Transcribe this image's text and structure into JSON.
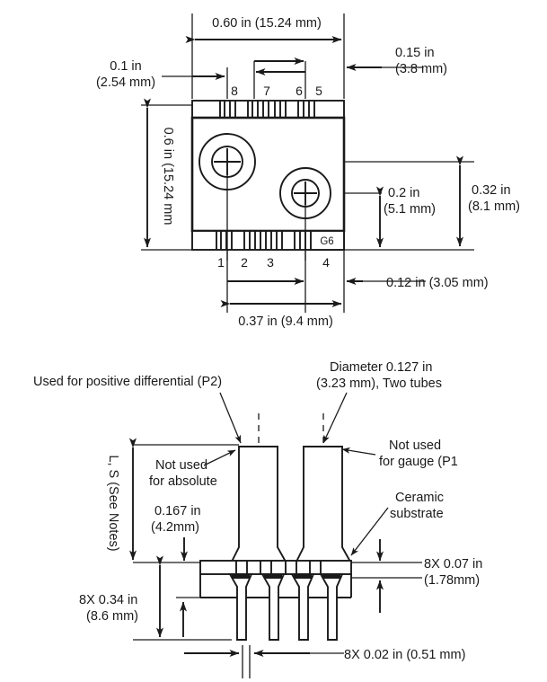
{
  "drawing": {
    "title": "Pressure sensor package outline drawing",
    "stroke_color": "#1a1a1a",
    "background_color": "#ffffff"
  },
  "top_view": {
    "package_marking": "G6",
    "pin_numbers_top": [
      "8",
      "7",
      "6",
      "5"
    ],
    "pin_numbers_bottom": [
      "1",
      "2",
      "3",
      "4"
    ],
    "dimensions": {
      "width_overall": {
        "line1": "0.60 in (15.24 mm)",
        "in": "0.60",
        "mm": "15.24"
      },
      "edge_offset_left": {
        "line1": "0.1 in",
        "line2": "(2.54 mm)",
        "in": "0.1",
        "mm": "2.54"
      },
      "edge_offset_right": {
        "line1": "0.15 in",
        "line2": "(3.8 mm)",
        "in": "0.15",
        "mm": "3.8"
      },
      "height_overall": {
        "line1": "0.6 in (15.24 mm",
        "in": "0.6",
        "mm": "15.24"
      },
      "port_spacing_vertical": {
        "line1": "0.2 in",
        "line2": "(5.1 mm)",
        "in": "0.2",
        "mm": "5.1"
      },
      "port_offset_vertical": {
        "line1": "0.32 in",
        "line2": "(8.1 mm)",
        "in": "0.32",
        "mm": "8.1"
      },
      "port_offset_right": {
        "line1": "0.12 in (3.05 mm)",
        "in": "0.12",
        "mm": "3.05"
      },
      "port_spacing_horizontal": {
        "line1": "0.37 in (9.4 mm)",
        "in": "0.37",
        "mm": "9.4"
      }
    }
  },
  "side_view": {
    "callouts": {
      "positive_differential": "Used for positive differential (P2)",
      "not_used_absolute": {
        "line1": "Not used",
        "line2": "for absolute"
      },
      "tube_diameter": {
        "line1": "Diameter  0.127 in",
        "line2": "(3.23 mm), Two tubes",
        "in": "0.127",
        "mm": "3.23",
        "count": "Two tubes"
      },
      "not_used_gauge": {
        "line1": "Not used",
        "line2": "for gauge (P1"
      },
      "ceramic_substrate": {
        "line1": "Ceramic",
        "line2": "substrate"
      },
      "see_notes": "L, S (See Notes)"
    },
    "dimensions": {
      "tube_height": {
        "line1": "0.167 in",
        "line2": "(4.2mm)",
        "in": "0.167",
        "mm": "4.2"
      },
      "lead_length": {
        "line1": "8X 0.34 in",
        "line2": "(8.6 mm)",
        "multiplier": "8X",
        "in": "0.34",
        "mm": "8.6"
      },
      "substrate_thickness": {
        "line1": "8X 0.07 in",
        "line2": "(1.78mm)",
        "multiplier": "8X",
        "in": "0.07",
        "mm": "1.78"
      },
      "lead_width": {
        "line1": "8X 0.02 in (0.51 mm)",
        "multiplier": "8X",
        "in": "0.02",
        "mm": "0.51"
      }
    }
  }
}
